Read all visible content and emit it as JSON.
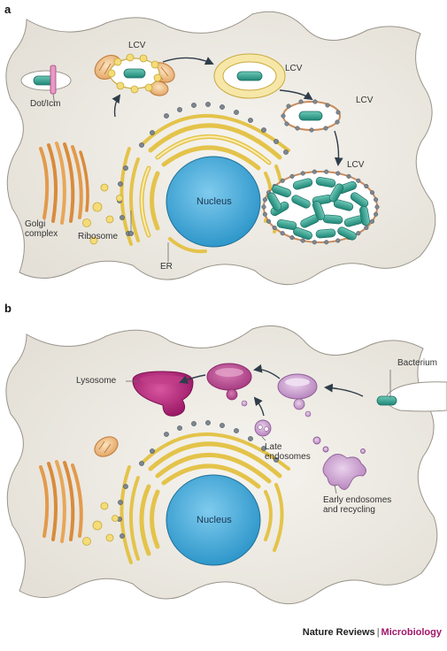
{
  "figure": {
    "panel_a": {
      "letter": "a",
      "labels": {
        "lcv_1": "LCV",
        "lcv_2": "LCV",
        "lcv_3": "LCV",
        "lcv_4": "LCV",
        "dot_icm": "Dot/Icm",
        "golgi": "Golgi\ncomplex",
        "ribosome": "Ribosome",
        "er": "ER",
        "nucleus": "Nucleus"
      }
    },
    "panel_b": {
      "letter": "b",
      "labels": {
        "lysosome": "Lysosome",
        "bacterium": "Bacterium",
        "late_endosomes": "Late\nendosomes",
        "early_endosomes": "Early endosomes\nand recycling",
        "nucleus": "Nucleus"
      }
    },
    "footer": {
      "journal": "Nature Reviews",
      "separator": "|",
      "section": "Microbiology"
    }
  },
  "colors": {
    "cell_fill": "#ebe8e1",
    "nucleus": "#3ea6d6",
    "bacterium": "#2f9f8e",
    "er_golgi_yellow": "#f4dc78",
    "mitochondria_orange": "#e9b274",
    "golgi_orange": "#e39a4b",
    "lysosome_magenta": "#b4247a",
    "endosome_lilac": "#c69ac9",
    "lcv_rim": "#c98c5c"
  }
}
